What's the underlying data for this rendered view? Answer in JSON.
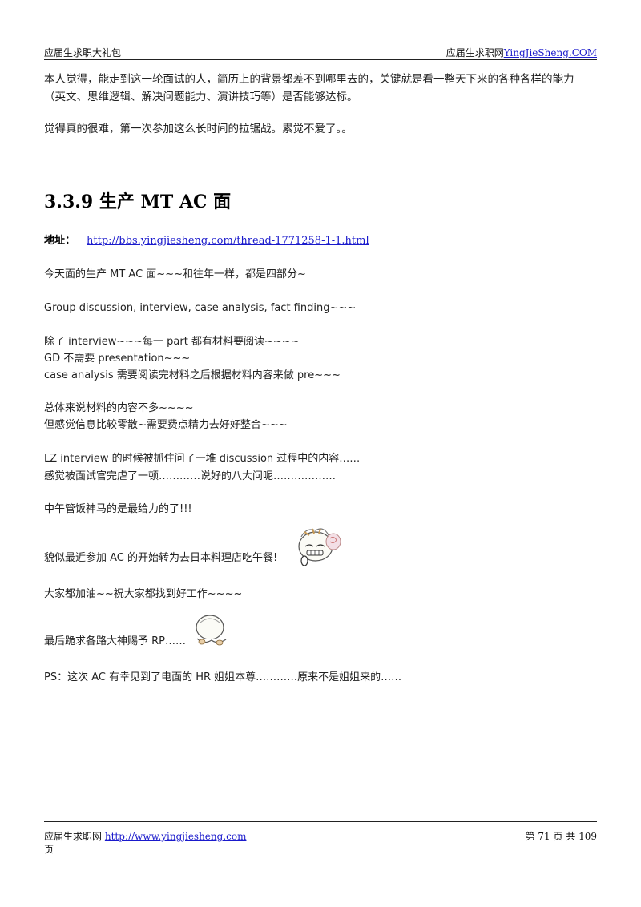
{
  "header": {
    "left": "应届生求职大礼包",
    "right_text": "应届生求职网",
    "right_link": "YingJieSheng.COM"
  },
  "intro": {
    "para1_line1": "本人觉得，能走到这一轮面试的人，简历上的背景都差不到哪里去的，关键就是看一整天下来的各种各样的能力",
    "para1_line2": "（英文、思维逻辑、解决问题能力、演讲技巧等）是否能够达标。",
    "para2": "觉得真的很难，第一次参加这么长时间的拉锯战。累觉不爱了。。"
  },
  "section": {
    "heading": "3.3.9  生产 MT AC 面",
    "address_label": "地址：",
    "address_url": "http://bbs.yingjiesheng.com/thread-1771258-1-1.html"
  },
  "body_lines": [
    "今天面的生产 MT AC 面~~~和往年一样，都是四部分~",
    "Group discussion, interview, case analysis, fact finding~~~",
    "除了 interview~~~每一 part 都有材料要阅读~~~~",
    "GD 不需要 presentation~~~",
    "case analysis 需要阅读完材料之后根据材料内容来做 pre~~~",
    "总体来说材料的内容不多~~~~",
    "但感觉信息比较零散~需要费点精力去好好整合~~~",
    "LZ interview 的时候被抓住问了一堆 discussion 过程中的内容……",
    "感觉被面试官完虐了一顿…………说好的八大问呢………………",
    "中午管饭神马的是最给力的了!!!",
    "貌似最近参加 AC 的开始转为去日本料理店吃午餐!",
    "大家都加油~~祝大家都找到好工作~~~~",
    "最后跪求各路大神赐予 RP……",
    "PS：这次 AC 有幸见到了电面的 HR 姐姐本尊…………原来不是姐姐来的……"
  ],
  "icons": {
    "emoji1": "eating-face-emoticon-icon",
    "emoji2": "kneeling-begging-emoticon-icon"
  },
  "footer": {
    "left_text": "应届生求职网",
    "left_link": "http://www.yingjiesheng.com",
    "right": "第 71 页 共 109",
    "continuation": "页"
  }
}
